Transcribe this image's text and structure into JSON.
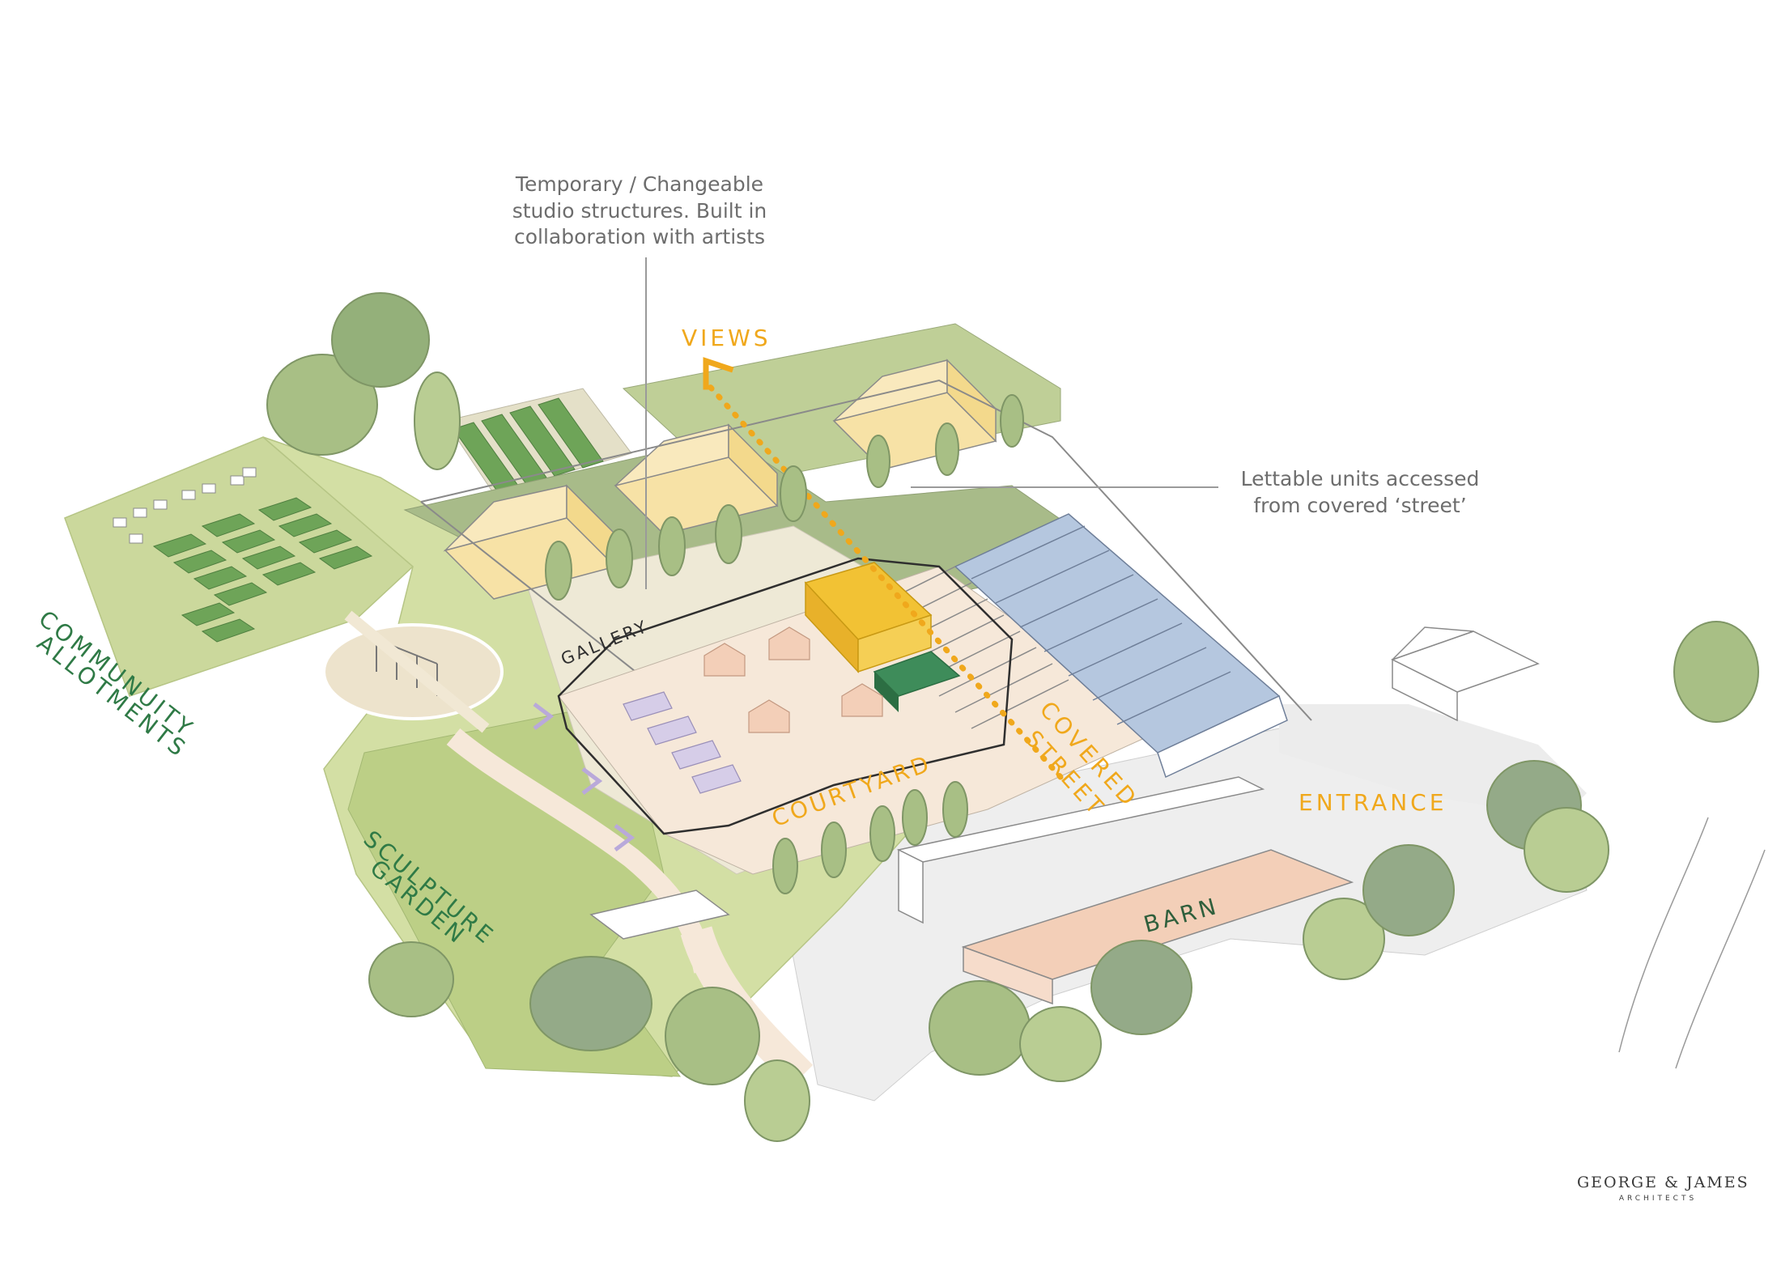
{
  "annotations": {
    "studio_note": [
      "Temporary / Changeable",
      "studio structures. Built in",
      "collaboration with artists"
    ],
    "units_note": [
      "Lettable units accessed",
      "from covered ‘street’"
    ]
  },
  "labels": {
    "views": "VIEWS",
    "gallery": "GALLERY",
    "community": "COMMUNUITY",
    "allotments": "ALLOTMENTS",
    "sculpture": "SCULPTURE",
    "garden": "GARDEN",
    "courtyard": "COURTYARD",
    "covered": "COVERED",
    "street": "STREET",
    "entrance": "ENTRANCE",
    "barn": "BARN"
  },
  "brand": {
    "name": "GEORGE & JAMES",
    "sub": "ARCHITECTS"
  },
  "colors": {
    "grass_light": "#d8e3ae",
    "grass_mid": "#c4d48d",
    "grass_dark": "#a9be86",
    "allotment_bed": "#6ea458",
    "courtyard_fill": "#f6e8d9",
    "studio_yellow": "#f2c234",
    "studio_green": "#3e8c5a",
    "glass_roof": "#b5c7df",
    "barn_roof": "#f3cfb8",
    "house_yellow": "#f7e2a6",
    "path_orange": "#f0a81c",
    "label_green": "#2f7a46"
  }
}
